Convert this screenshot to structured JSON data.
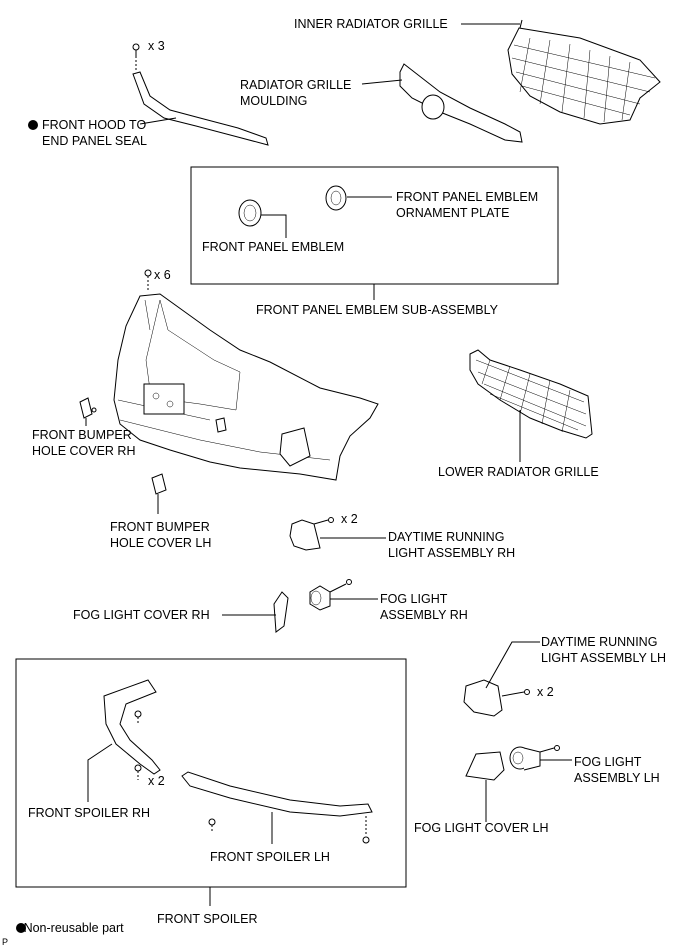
{
  "labels": {
    "inner_radiator_grille": "INNER RADIATOR GRILLE",
    "radiator_grille_moulding": [
      "RADIATOR GRILLE",
      "MOULDING"
    ],
    "front_hood_seal": [
      "FRONT HOOD TO",
      "END PANEL SEAL"
    ],
    "front_panel_emblem_ornament_plate": [
      "FRONT PANEL EMBLEM",
      "ORNAMENT PLATE"
    ],
    "front_panel_emblem": "FRONT PANEL EMBLEM",
    "front_panel_emblem_sub_assembly": "FRONT PANEL EMBLEM SUB-ASSEMBLY",
    "lower_radiator_grille": "LOWER RADIATOR GRILLE",
    "front_bumper_hole_cover_rh": [
      "FRONT BUMPER",
      "HOLE COVER RH"
    ],
    "front_bumper_hole_cover_lh": [
      "FRONT BUMPER",
      "HOLE COVER LH"
    ],
    "daytime_running_light_rh": [
      "DAYTIME RUNNING",
      "LIGHT ASSEMBLY RH"
    ],
    "fog_light_cover_rh": "FOG LIGHT COVER RH",
    "fog_light_assembly_rh": [
      "FOG LIGHT",
      "ASSEMBLY RH"
    ],
    "daytime_running_light_lh": [
      "DAYTIME RUNNING",
      "LIGHT ASSEMBLY LH"
    ],
    "fog_light_assembly_lh": [
      "FOG LIGHT",
      "ASSEMBLY LH"
    ],
    "fog_light_cover_lh": "FOG LIGHT COVER LH",
    "front_spoiler_rh": "FRONT SPOILER RH",
    "front_spoiler_lh": "FRONT SPOILER LH",
    "front_spoiler": "FRONT SPOILER"
  },
  "quantities": {
    "clip_hood_seal": "x 3",
    "screw_bumper": "x 6",
    "screw_drl_rh": "x 2",
    "screw_drl_lh": "x 2",
    "screw_spoiler": "x 2"
  },
  "legend": {
    "symbol": "●",
    "text": "Non-reusable part"
  },
  "corner_mark": "P"
}
